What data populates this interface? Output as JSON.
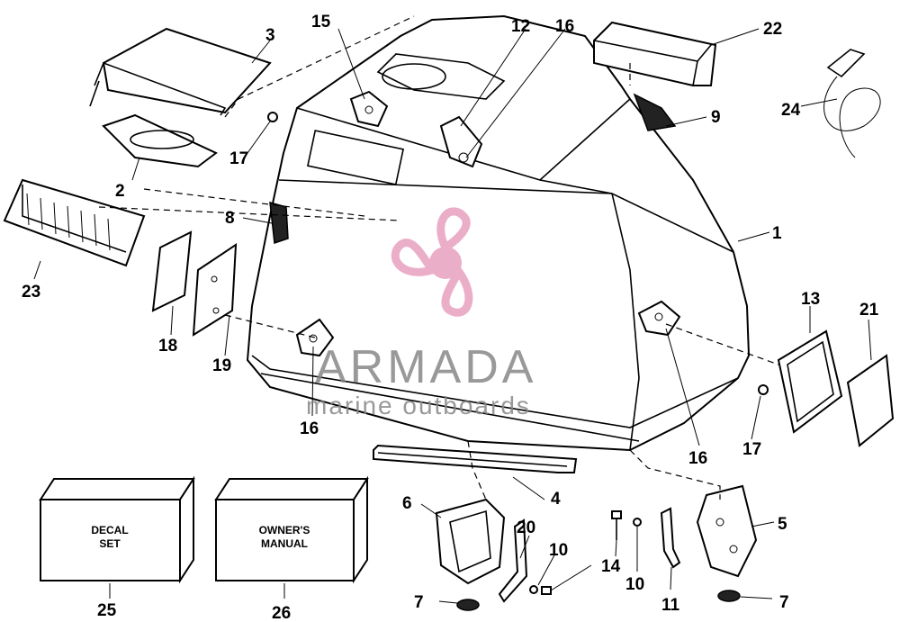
{
  "callouts": [
    {
      "id": "c1",
      "text": "1"
    },
    {
      "id": "c2",
      "text": "2"
    },
    {
      "id": "c3",
      "text": "3"
    },
    {
      "id": "c4",
      "text": "4"
    },
    {
      "id": "c5",
      "text": "5"
    },
    {
      "id": "c6",
      "text": "6"
    },
    {
      "id": "c7a",
      "text": "7"
    },
    {
      "id": "c7b",
      "text": "7"
    },
    {
      "id": "c8",
      "text": "8"
    },
    {
      "id": "c9",
      "text": "9"
    },
    {
      "id": "c10a",
      "text": "10"
    },
    {
      "id": "c10b",
      "text": "10"
    },
    {
      "id": "c11",
      "text": "11"
    },
    {
      "id": "c12",
      "text": "12"
    },
    {
      "id": "c13",
      "text": "13"
    },
    {
      "id": "c14",
      "text": "14"
    },
    {
      "id": "c15",
      "text": "15"
    },
    {
      "id": "c16a",
      "text": "16"
    },
    {
      "id": "c16b",
      "text": "16"
    },
    {
      "id": "c16c",
      "text": "16"
    },
    {
      "id": "c17a",
      "text": "17"
    },
    {
      "id": "c17b",
      "text": "17"
    },
    {
      "id": "c18",
      "text": "18"
    },
    {
      "id": "c19",
      "text": "19"
    },
    {
      "id": "c20",
      "text": "20"
    },
    {
      "id": "c21",
      "text": "21"
    },
    {
      "id": "c22",
      "text": "22"
    },
    {
      "id": "c23",
      "text": "23"
    },
    {
      "id": "c24",
      "text": "24"
    },
    {
      "id": "c25",
      "text": "25"
    },
    {
      "id": "c26",
      "text": "26"
    }
  ],
  "boxes": {
    "decal_line1": "DECAL",
    "decal_line2": "SET",
    "manual_line1": "OWNER'S",
    "manual_line2": "MANUAL"
  },
  "watermark": {
    "brand": "ARMADA",
    "tagline": "marine outboards",
    "logo_color": "#e8a0c0",
    "logo_icon": "propeller-icon"
  }
}
